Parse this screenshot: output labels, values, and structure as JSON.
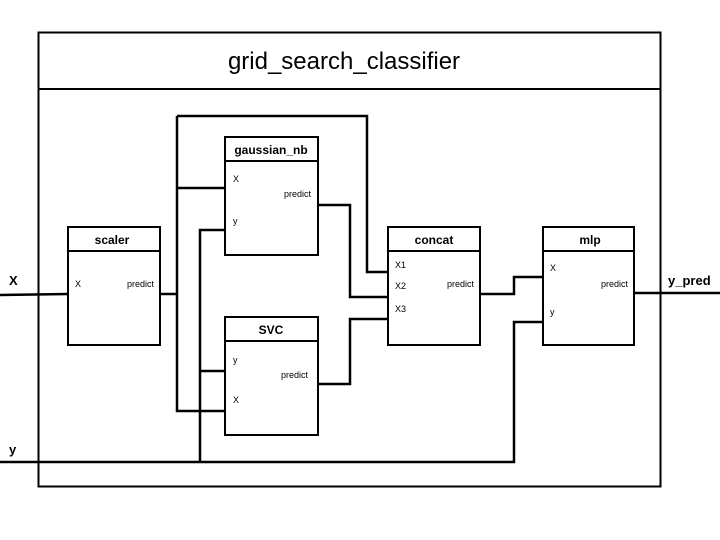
{
  "diagram": {
    "title": "grid_search_classifier",
    "blocks": {
      "scaler": {
        "label": "scaler",
        "ports": {
          "x": "X",
          "predict": "predict"
        }
      },
      "gaussian_nb": {
        "label": "gaussian_nb",
        "ports": {
          "x": "X",
          "y": "y",
          "predict": "predict"
        }
      },
      "svc": {
        "label": "SVC",
        "ports": {
          "y": "y",
          "x": "X",
          "predict": "predict"
        }
      },
      "concat": {
        "label": "concat",
        "ports": {
          "x1": "X1",
          "x2": "X2",
          "x3": "X3",
          "predict": "predict"
        }
      },
      "mlp": {
        "label": "mlp",
        "ports": {
          "x": "X",
          "y": "y",
          "predict": "predict"
        }
      }
    },
    "inputs": {
      "x": "X",
      "y": "y"
    },
    "outputs": {
      "y_pred": "y_pred"
    }
  }
}
